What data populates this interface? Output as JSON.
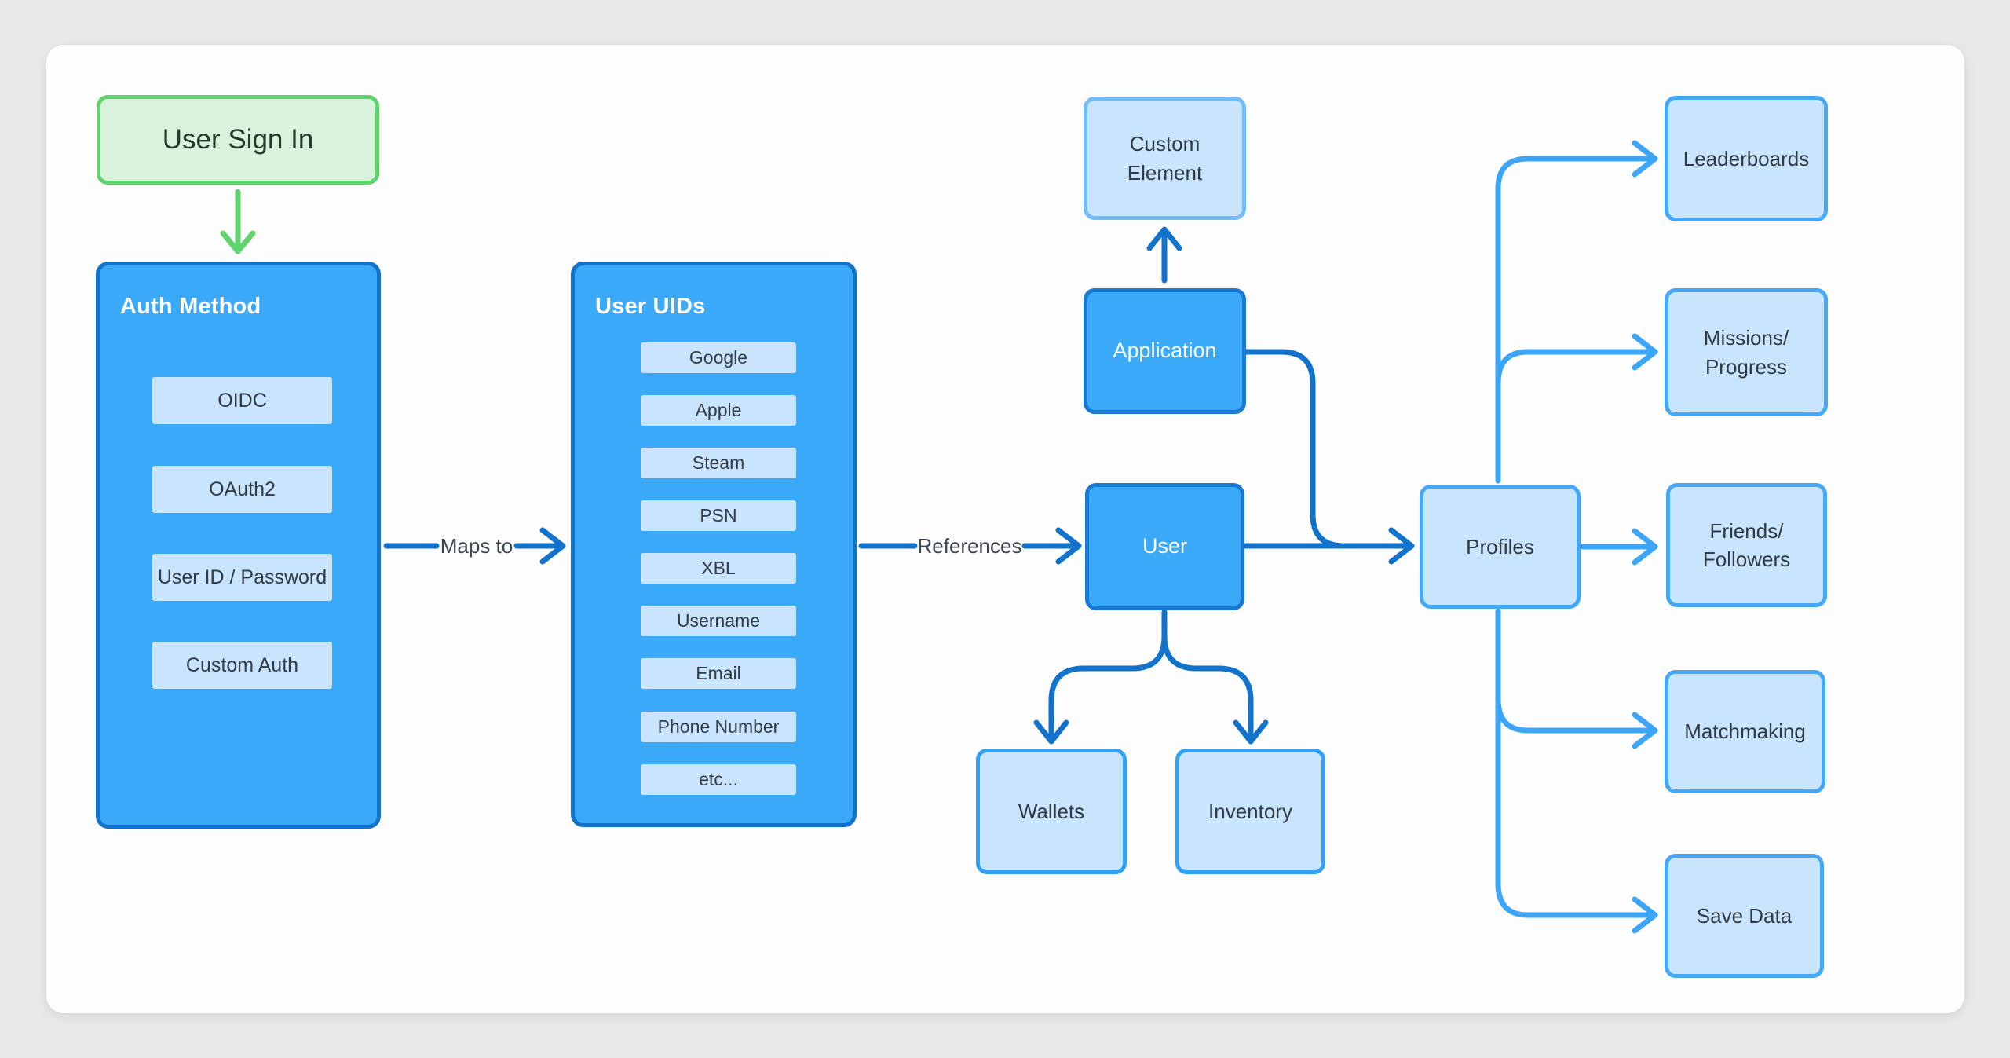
{
  "diagram": {
    "sign_in": {
      "label": "User Sign In"
    },
    "auth_method": {
      "title": "Auth Method",
      "items": [
        "OIDC",
        "OAuth2",
        "User ID / Password",
        "Custom Auth"
      ]
    },
    "user_uids": {
      "title": "User UIDs",
      "items": [
        "Google",
        "Apple",
        "Steam",
        "PSN",
        "XBL",
        "Username",
        "Email",
        "Phone Number",
        "etc..."
      ]
    },
    "edges": {
      "maps_to": "Maps to",
      "references": "References"
    },
    "nodes": {
      "custom_element": {
        "label": "Custom\nElement"
      },
      "application": {
        "label": "Application"
      },
      "user": {
        "label": "User"
      },
      "wallets": {
        "label": "Wallets"
      },
      "inventory": {
        "label": "Inventory"
      },
      "profiles": {
        "label": "Profiles"
      },
      "leaderboards": {
        "label": "Leaderboards"
      },
      "missions": {
        "label": "Missions/\nProgress"
      },
      "friends": {
        "label": "Friends/\nFollowers"
      },
      "matchmaking": {
        "label": "Matchmaking"
      },
      "save_data": {
        "label": "Save Data"
      }
    },
    "colors": {
      "page_bg": "#e9e9e9",
      "canvas_bg": "#fdfdfd",
      "green_fill": "#d9f2db",
      "green_stroke": "#5ed36e",
      "green_text": "#243a2c",
      "blue_fill": "#3aa9f8",
      "blue_dark_stroke": "#1173cb",
      "blue_node_stroke": "#1a79d2",
      "light_fill": "#c8e5fd",
      "light_stroke": "#45a8f7",
      "mid_stroke": "#32a0f5",
      "lighter_stroke": "#70bdf9",
      "arrow_dark": "#1173cb",
      "arrow_light": "#3ca5f7",
      "text_dark": "#2f3a42",
      "text_white": "#ffffff",
      "item_text": "#333b45",
      "label_text": "#3d4650"
    }
  }
}
